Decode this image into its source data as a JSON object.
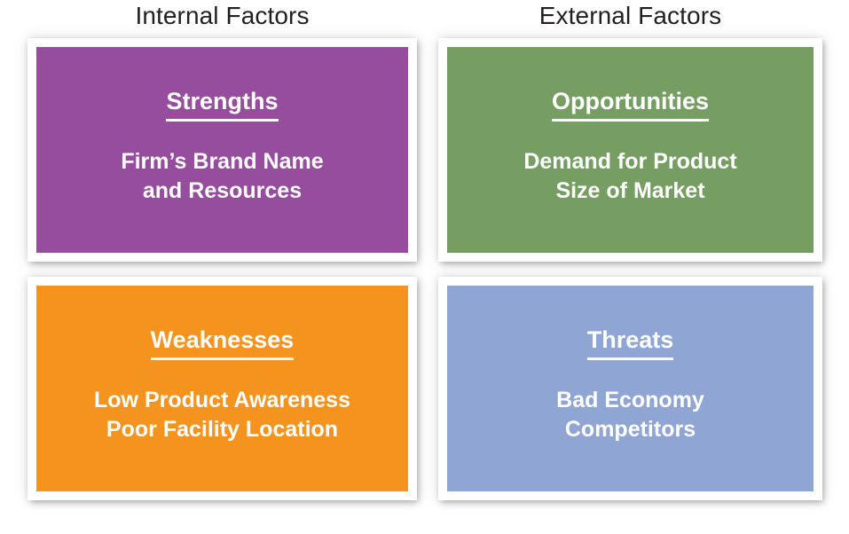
{
  "headers": {
    "internal": "Internal Factors",
    "external": "External Factors"
  },
  "colors": {
    "strengths": "#974d9d",
    "opportunities": "#769e63",
    "weaknesses": "#f4941f",
    "threats": "#8fa5d4",
    "card_border": "#ffffff",
    "text": "#ffffff",
    "header_text": "#231f20",
    "background": "#ffffff"
  },
  "quadrants": [
    {
      "key": "strengths",
      "title": "Strengths",
      "column": "Internal Factors",
      "lines": [
        "Firm’s Brand Name",
        "and Resources"
      ]
    },
    {
      "key": "opportunities",
      "title": "Opportunities",
      "column": "External Factors",
      "lines": [
        "Demand for Product",
        "Size of Market"
      ]
    },
    {
      "key": "weaknesses",
      "title": "Weaknesses",
      "column": "Internal Factors",
      "lines": [
        "Low Product Awareness",
        "Poor Facility Location"
      ]
    },
    {
      "key": "threats",
      "title": "Threats",
      "column": "External Factors",
      "lines": [
        "Bad Economy",
        "Competitors"
      ]
    }
  ]
}
